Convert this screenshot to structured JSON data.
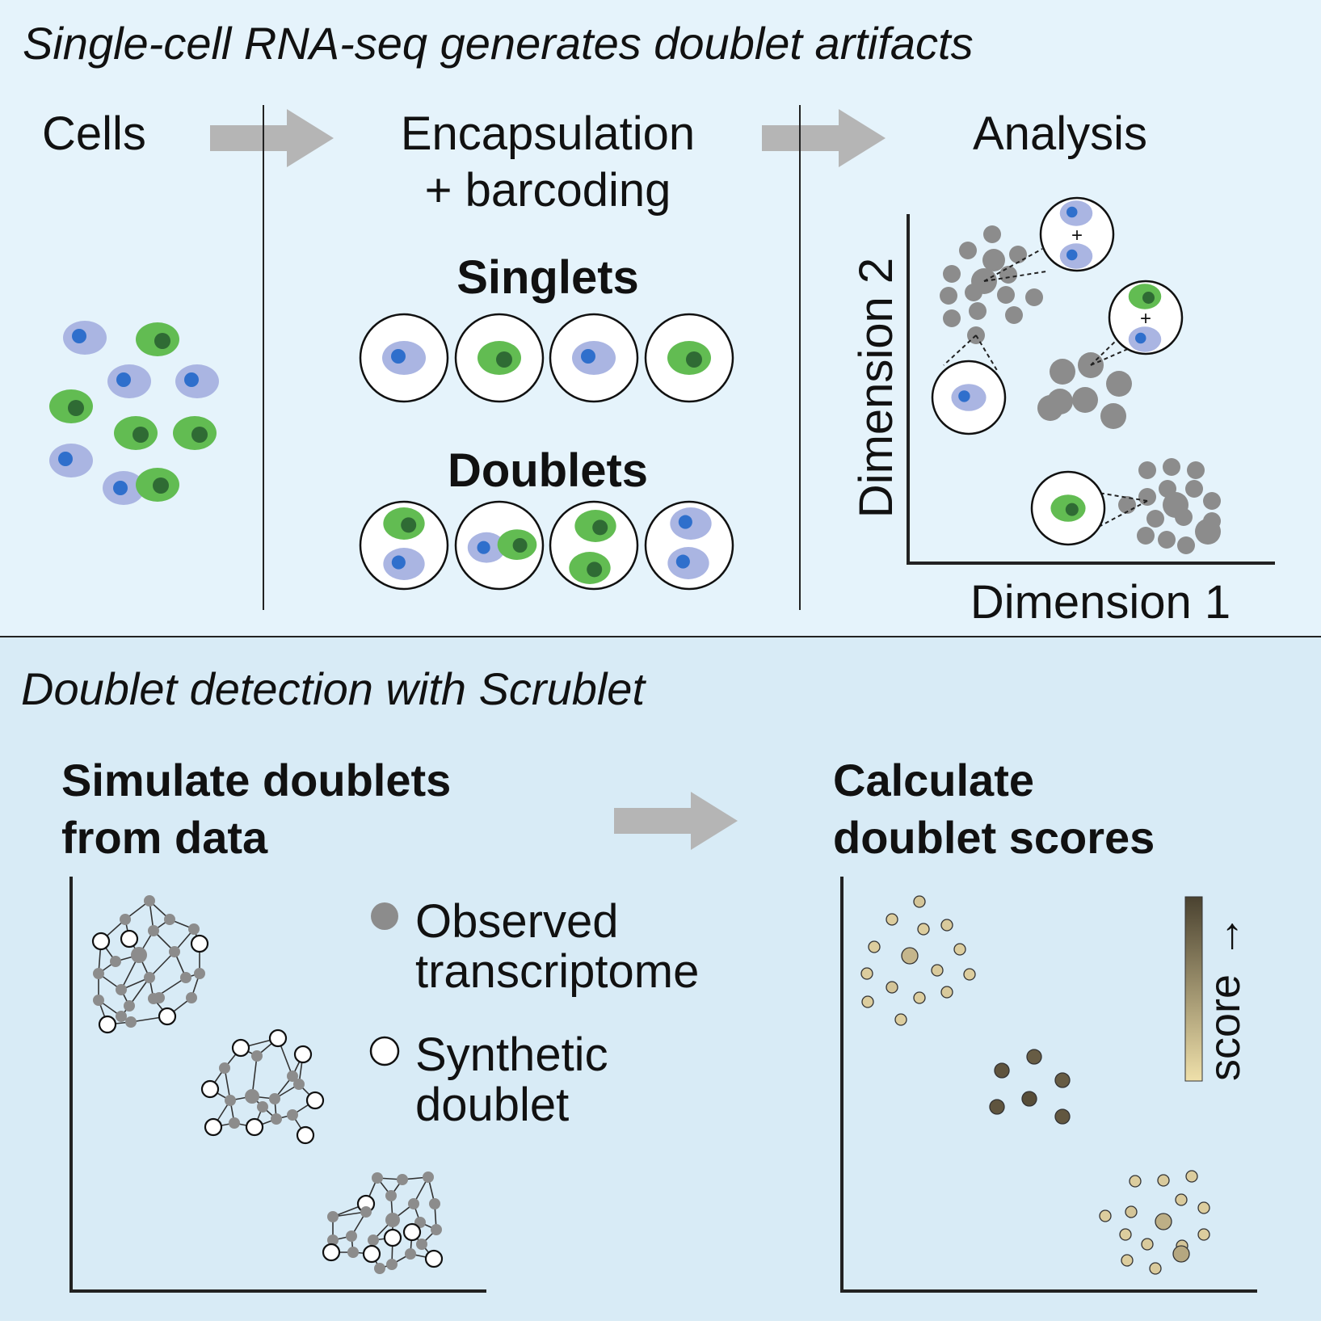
{
  "top_panel": {
    "title": "Single-cell RNA-seq generates doublet artifacts",
    "step1_label": "Cells",
    "step2_label_line1": "Encapsulation",
    "step2_label_line2": "+ barcoding",
    "singlets_label": "Singlets",
    "doublets_label": "Doublets",
    "step3_label": "Analysis",
    "axis_y_label": "Dimension 2",
    "axis_x_label": "Dimension 1",
    "doublet_join_symbol": "+"
  },
  "bottom_panel": {
    "title": "Doublet detection with Scrublet",
    "step1_label_line1": "Simulate doublets",
    "step1_label_line2": "from data",
    "step2_label_line1": "Calculate",
    "step2_label_line2": "doublet scores",
    "legend_observed_line1": "Observed",
    "legend_observed_line2": "transcriptome",
    "legend_synthetic_line1": "Synthetic",
    "legend_synthetic_line2": "doublet",
    "score_label": "score",
    "score_arrow": "→"
  },
  "colors": {
    "top_background": "#e5f3fb",
    "bottom_background": "#d8ebf6",
    "arrow_gray": "#b5b5b5",
    "cell_blue_body": "#aab5e2",
    "cell_blue_nucleus": "#2f6fcc",
    "cell_green_body": "#62bc52",
    "cell_green_nucleus": "#2f6b34",
    "cluster_gray": "#8c8c8c",
    "score_low": "#ecdcaa",
    "score_high": "#4f4532"
  }
}
